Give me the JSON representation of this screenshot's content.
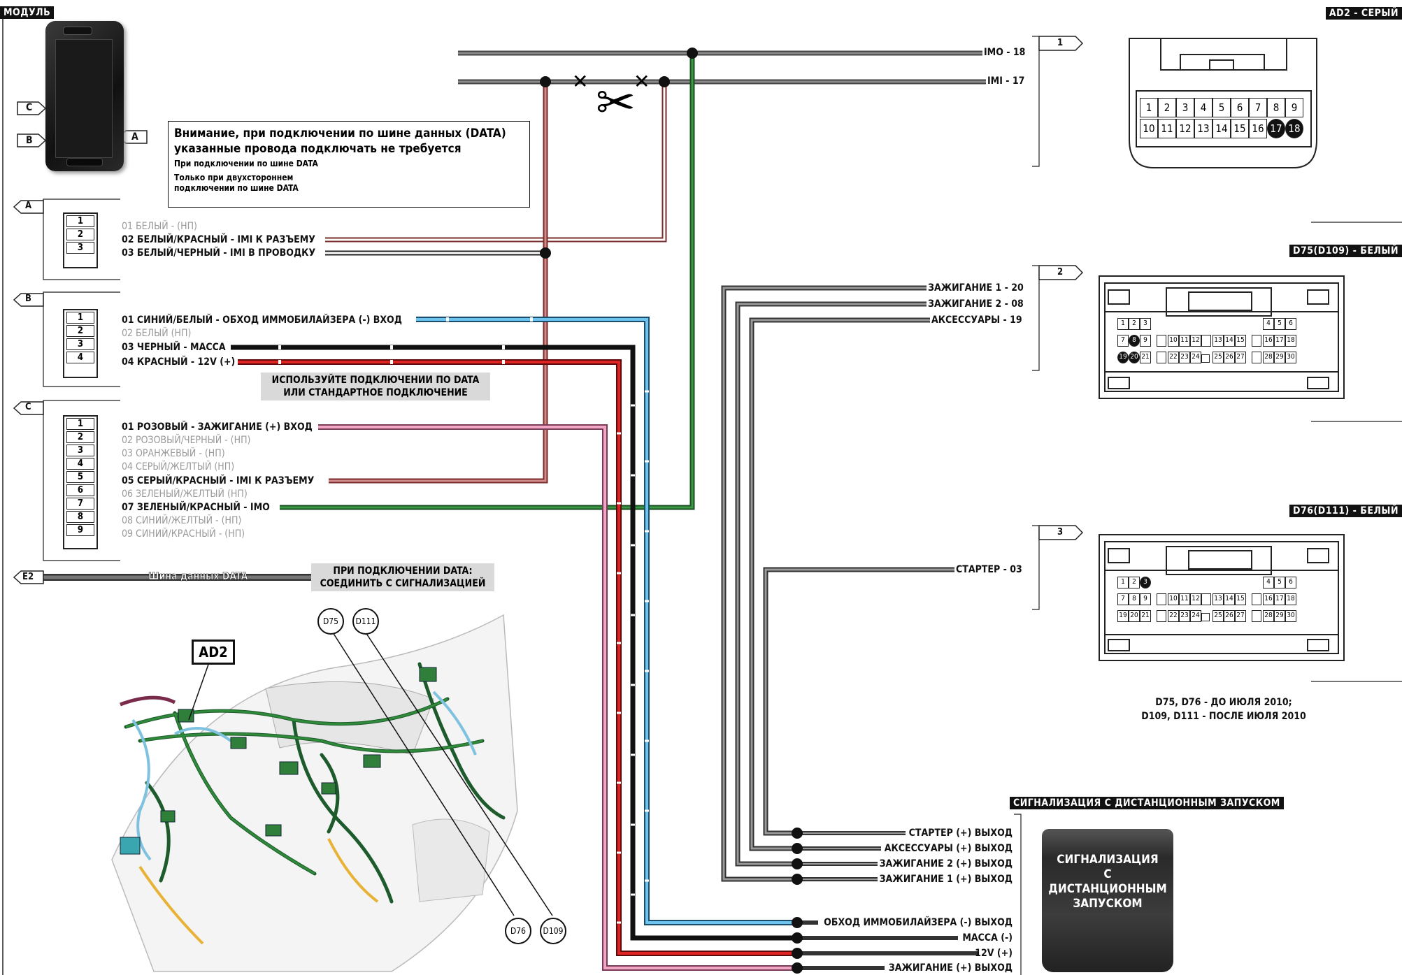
{
  "module": {
    "title": "МОДУЛЬ",
    "side_labels": [
      "C",
      "B",
      "A"
    ]
  },
  "warning": {
    "title_line1": "Внимание, при подключении по шине данных (DATA)",
    "title_line2": "указанные провода подключать не требуется",
    "legend_data": "При подключении по шине DATA",
    "legend_two_way_line1": "Только при двухстороннем",
    "legend_two_way_line2": "подключении по шине DATA"
  },
  "plugs": {
    "A": {
      "tag": "A",
      "pins": [
        "1",
        "2",
        "3"
      ],
      "wires": [
        {
          "text": "01 БЕЛЫЙ - (НП)",
          "used": false
        },
        {
          "text": "02 БЕЛЫЙ/КРАСНЫЙ - IMI К РАЗЪЕМУ",
          "used": true
        },
        {
          "text": "03 БЕЛЫЙ/ЧЕРНЫЙ - IMI В ПРОВОДКУ",
          "used": true
        }
      ]
    },
    "B": {
      "tag": "B",
      "pins": [
        "1",
        "2",
        "3",
        "4"
      ],
      "wires": [
        {
          "text": "01 СИНИЙ/БЕЛЫЙ - ОБХОД ИММОБИЛАЙЗЕРА (-) ВХОД",
          "used": true
        },
        {
          "text": "02 БЕЛЫЙ (НП)",
          "used": false
        },
        {
          "text": "03 ЧЕРНЫЙ - МАССА",
          "used": true
        },
        {
          "text": "04 КРАСНЫЙ - 12V (+)",
          "used": true
        }
      ]
    },
    "C": {
      "tag": "C",
      "pins": [
        "1",
        "2",
        "3",
        "4",
        "5",
        "6",
        "7",
        "8",
        "9"
      ],
      "wires": [
        {
          "text": "01 РОЗОВЫЙ - ЗАЖИГАНИЕ (+) ВХОД",
          "used": true
        },
        {
          "text": "02 РОЗОВЫЙ/ЧЕРНЫЙ - (НП)",
          "used": false
        },
        {
          "text": "03 ОРАНЖЕВЫЙ - (НП)",
          "used": false
        },
        {
          "text": "04 СЕРЫЙ/ЖЕЛТЫЙ (НП)",
          "used": false
        },
        {
          "text": "05 СЕРЫЙ/КРАСНЫЙ - IMI К РАЗЪЕМУ",
          "used": true
        },
        {
          "text": "06 ЗЕЛЕНЫЙ/ЖЕЛТЫЙ (НП)",
          "used": false
        },
        {
          "text": "07 ЗЕЛЕНЫЙ/КРАСНЫЙ - IMO",
          "used": true
        },
        {
          "text": "08 СИНИЙ/ЖЕЛТЫЙ - (НП)",
          "used": false
        },
        {
          "text": "09 СИНИЙ/КРАСНЫЙ - (НП)",
          "used": false
        }
      ]
    }
  },
  "notes": {
    "data_or_standard_line1": "ИСПОЛЬЗУЙТЕ  ПОДКЛЮЧЕНИИ ПО DATA",
    "data_or_standard_line2": "ИЛИ  СТАНДАРТНОЕ ПОДКЛЮЧЕНИЕ",
    "e2_tag": "E2",
    "data_bus": "Шина данных DATA",
    "data_connect_line1": "ПРИ ПОДКЛЮЧЕНИИ DATA:",
    "data_connect_line2": "СОЕДИНИТЬ С СИГНАЛИЗАЦИЕЙ"
  },
  "vehicle_labels": {
    "ad2": "AD2",
    "d75": "D75",
    "d111": "D111",
    "d76": "D76",
    "d109": "D109"
  },
  "connectors": {
    "ad2": {
      "title": "AD2 - СЕРЫЙ",
      "number": "1",
      "signals": [
        "IMO - 18",
        "IMI - 17"
      ],
      "row1": [
        "1",
        "2",
        "3",
        "4",
        "5",
        "6",
        "7",
        "8",
        "9"
      ],
      "row2": [
        "10",
        "11",
        "12",
        "13",
        "14",
        "15",
        "16",
        "17",
        "18"
      ],
      "highlight": [
        "17",
        "18"
      ]
    },
    "d75": {
      "title": "D75(D109) - БЕЛЫЙ",
      "number": "2",
      "signals": [
        "ЗАЖИГАНИЕ 1 - 20",
        "ЗАЖИГАНИЕ 2 - 08",
        "АКСЕССУАРЫ - 19"
      ],
      "highlight": [
        "8",
        "19",
        "20"
      ]
    },
    "d76": {
      "title": "D76(D111) - БЕЛЫЙ",
      "number": "3",
      "signals": [
        "СТАРТЕР - 03"
      ],
      "highlight": [
        "3"
      ]
    },
    "date_note_line1": "D75, D76 - ДО ИЮЛЯ 2010;",
    "date_note_line2": "D109, D111 - ПОСЛЕ ИЮЛЯ 2010"
  },
  "alarm": {
    "header": "СИГНАЛИЗАЦИЯ С ДИСТАНЦИОННЫМ ЗАПУСКОМ",
    "box_line1": "СИГНАЛИЗАЦИЯ",
    "box_line2": "С",
    "box_line3": "ДИСТАНЦИОННЫМ",
    "box_line4": "ЗАПУСКОМ",
    "outputs": [
      "СТАРТЕР (+) ВЫХОД",
      "АКСЕССУАРЫ (+) ВЫХОД",
      "ЗАЖИГАНИЕ 2 (+) ВЫХОД",
      "ЗАЖИГАНИЕ 1 (+) ВЫХОД",
      "ОБХОД ИММОБИЛАЙЗЕРА (-) ВЫХОД",
      "МАССА (-)",
      "12V (+)",
      "ЗАЖИГАНИЕ (+) ВЫХОД"
    ]
  },
  "colors": {
    "gray_wire": "#6e6e6e",
    "pink_wire": "#e58cb4",
    "red_wire": "#d42020",
    "blue_wire": "#5bb8e8",
    "green_wire": "#2f8a3a",
    "black_wire": "#111111",
    "red_white_wire": "#b55050"
  }
}
